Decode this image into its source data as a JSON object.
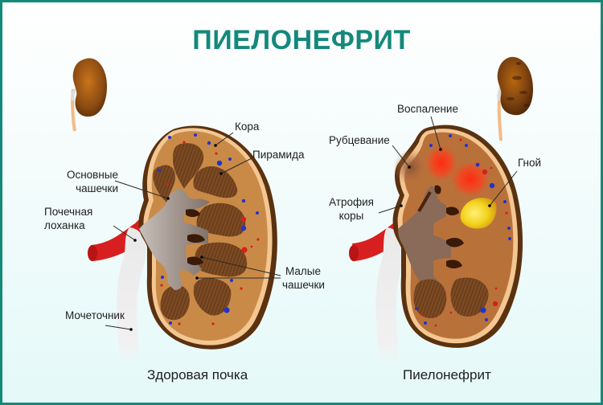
{
  "title": "ПИЕЛОНЕФРИТ",
  "colors": {
    "border": "#138a78",
    "title": "#14897a",
    "cortex": "#c98a48",
    "pyramid": "#7a4a22",
    "pelvis": "#8a7d74",
    "artery": "#d81f1f",
    "ureter": "#e8e8e8",
    "inflammation": "#e8301c",
    "pus": "#f2d21b",
    "vein_dot": "#2233cc"
  },
  "healthy": {
    "caption": "Здоровая почка",
    "labels": {
      "cortex": "Кора",
      "pyramid": "Пирамида",
      "major_calyces_1": "Основные",
      "major_calyces_2": "чашечки",
      "renal_pelvis_1": "Почечная",
      "renal_pelvis_2": "лоханка",
      "minor_calyces_1": "Малые",
      "minor_calyces_2": "чашечки",
      "ureter": "Мочеточник"
    }
  },
  "pyelonephritis": {
    "caption": "Пиелонефрит",
    "labels": {
      "inflammation": "Воспаление",
      "scarring": "Рубцевание",
      "pus": "Гной",
      "cortex_atrophy_1": "Атрофия",
      "cortex_atrophy_2": "коры"
    }
  }
}
